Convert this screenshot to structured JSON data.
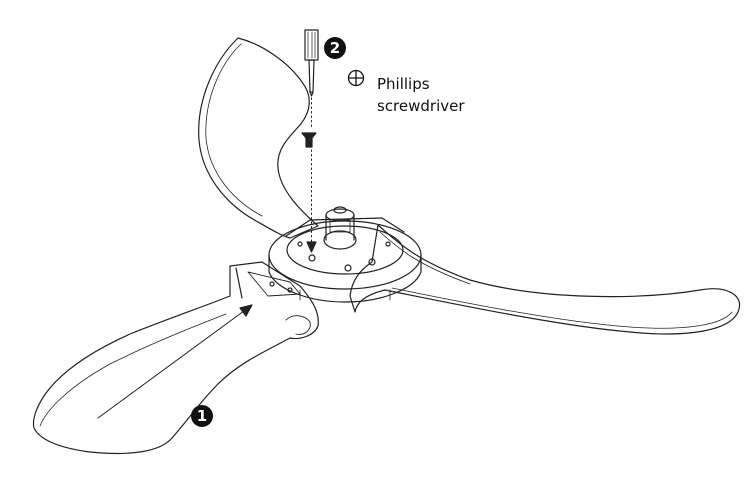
{
  "steps": {
    "step1": "1",
    "step2": "2"
  },
  "tool": {
    "icon": "phillips-head-icon",
    "line1": "Phillips",
    "line2": "screwdriver"
  },
  "colors": {
    "line": "#222222",
    "badge": "#111111",
    "background": "#ffffff"
  }
}
